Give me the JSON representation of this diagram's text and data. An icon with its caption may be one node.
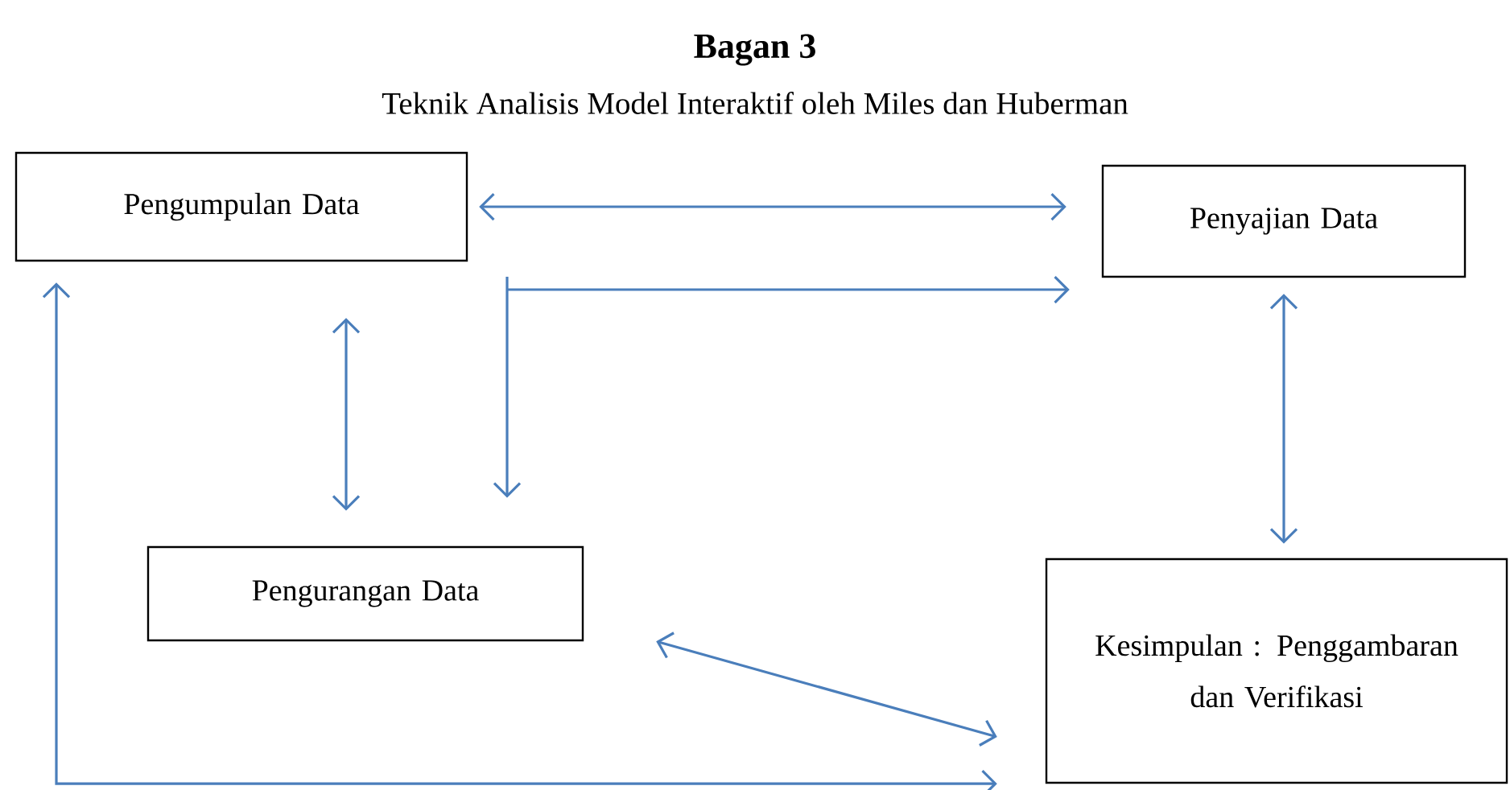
{
  "diagram": {
    "title": "Bagan 3",
    "nodes": [
      {
        "text": [
          "Pengumpulan Data"
        ]
      },
      {
        "text": [
          "Penyajian Data"
        ]
      },
      {
        "text": [
          "Pengurangan Data"
        ]
      },
      {
        "text": [
          "Kesimpulan : Penggambaran dan Verifikasi"
        ]
      }
    ],
    "edges": [
      {
        "from": 0,
        "to": 1,
        "arrow": "both"
      },
      {
        "from": null,
        "to": 1,
        "arrow": "to"
      },
      {
        "from": null,
        "to": 2,
        "arrow": "to"
      },
      {
        "from": 0,
        "to": 2,
        "arrow": "both"
      },
      {
        "from": 1,
        "to": 3,
        "arrow": "both"
      },
      {
        "from": 2,
        "to": 3,
        "arrow": "both"
      },
      {
        "from": 0,
        "to": 3,
        "arrow": "both"
      }
    ],
    "labels": [
      "Teknik Analisis Model Interaktif oleh Miles dan Huberman"
    ]
  }
}
